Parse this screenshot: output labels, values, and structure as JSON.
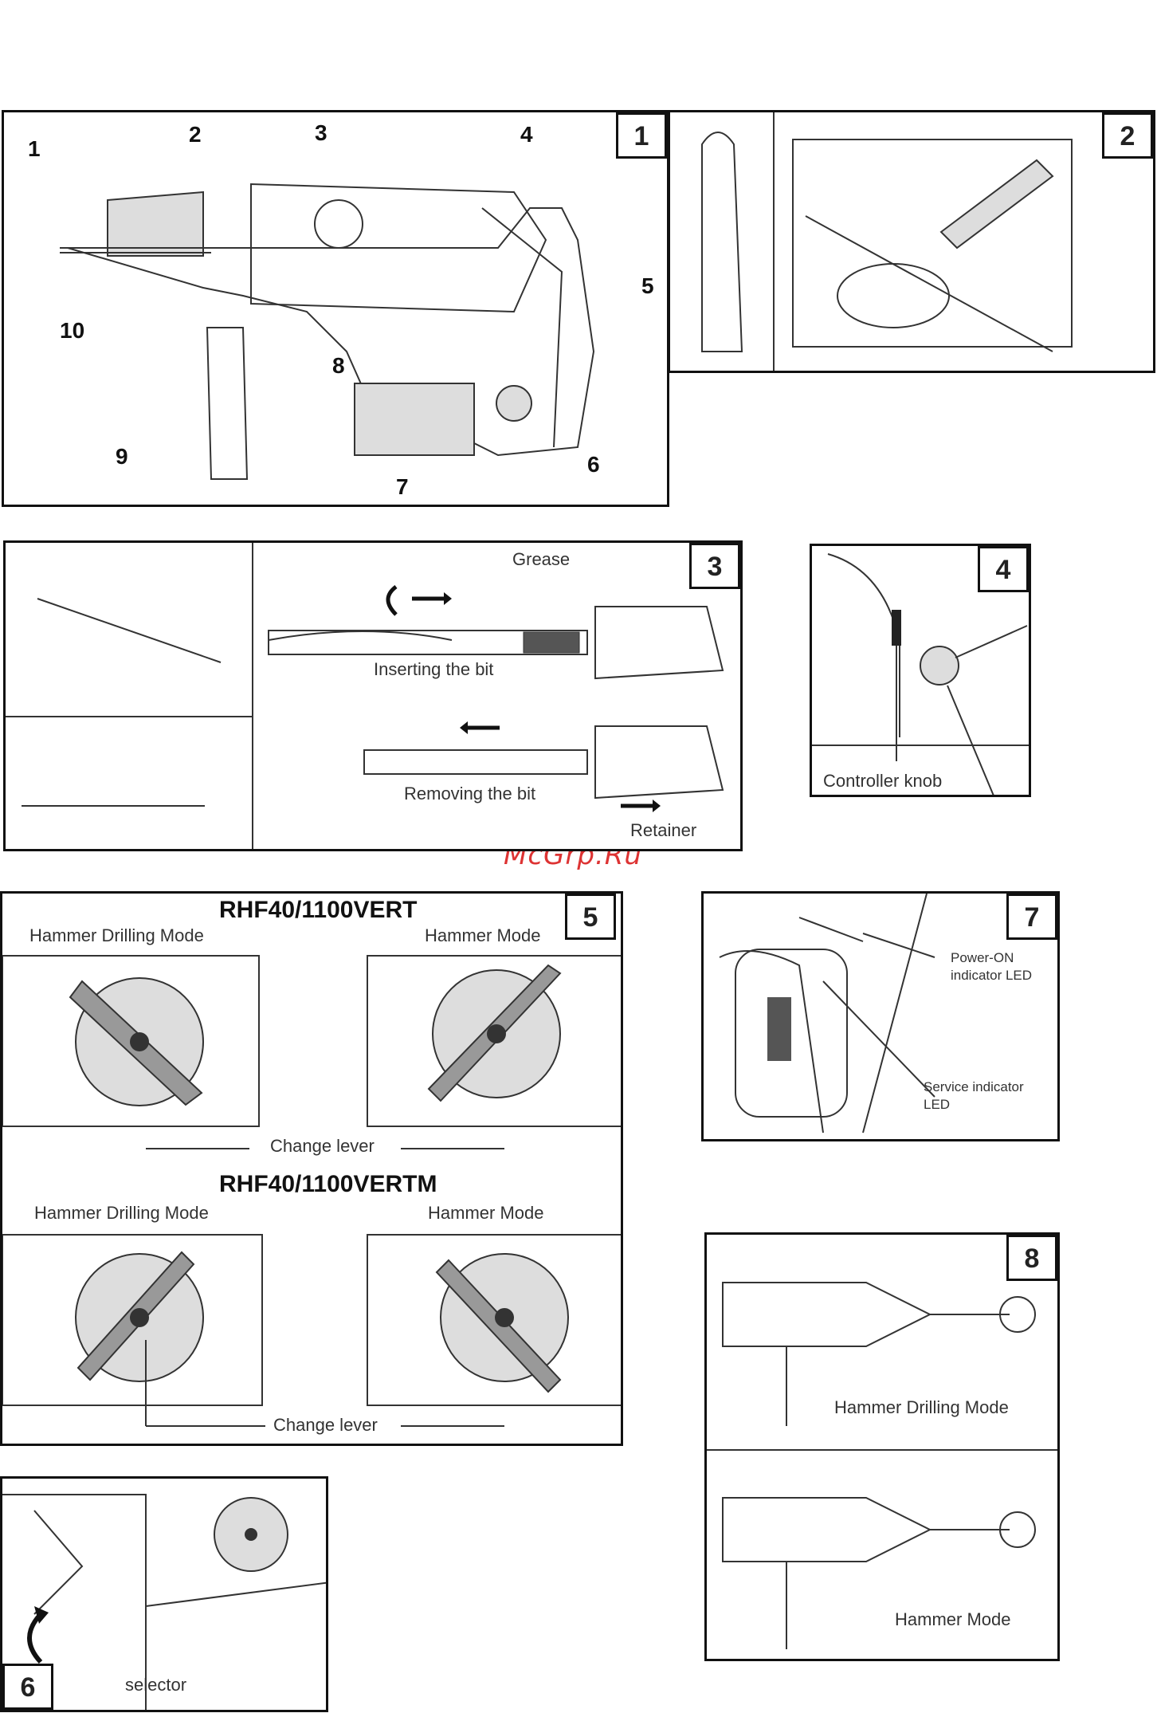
{
  "watermark": "McGrp.Ru",
  "figures": {
    "fig1": {
      "number": "1",
      "callouts": [
        "1",
        "2",
        "3",
        "4",
        "5",
        "6",
        "7",
        "8",
        "9",
        "10"
      ]
    },
    "fig2": {
      "number": "2"
    },
    "fig3": {
      "number": "3",
      "grease": "Grease",
      "inserting": "Inserting the bit",
      "removing": "Removing the bit",
      "retainer": "Retainer"
    },
    "fig4": {
      "number": "4",
      "controller": "Controller knob"
    },
    "fig5": {
      "number": "5",
      "model_a": "RHF40/1100VERT",
      "model_b": "RHF40/1100VERTM",
      "hammer_drilling_a": "Hammer Drilling Mode",
      "hammer_a": "Hammer Mode",
      "hammer_drilling_b": "Hammer Drilling Mode",
      "hammer_b": "Hammer Mode",
      "change_lever_a": "Change lever",
      "change_lever_b": "Change lever"
    },
    "fig6": {
      "number": "6",
      "selector": "selector"
    },
    "fig7": {
      "number": "7",
      "power_led": "Power-ON indicator LED",
      "service_led": "Service indicator LED"
    },
    "fig8": {
      "number": "8",
      "hammer_drilling": "Hammer Drilling Mode",
      "hammer": "Hammer Mode"
    }
  }
}
